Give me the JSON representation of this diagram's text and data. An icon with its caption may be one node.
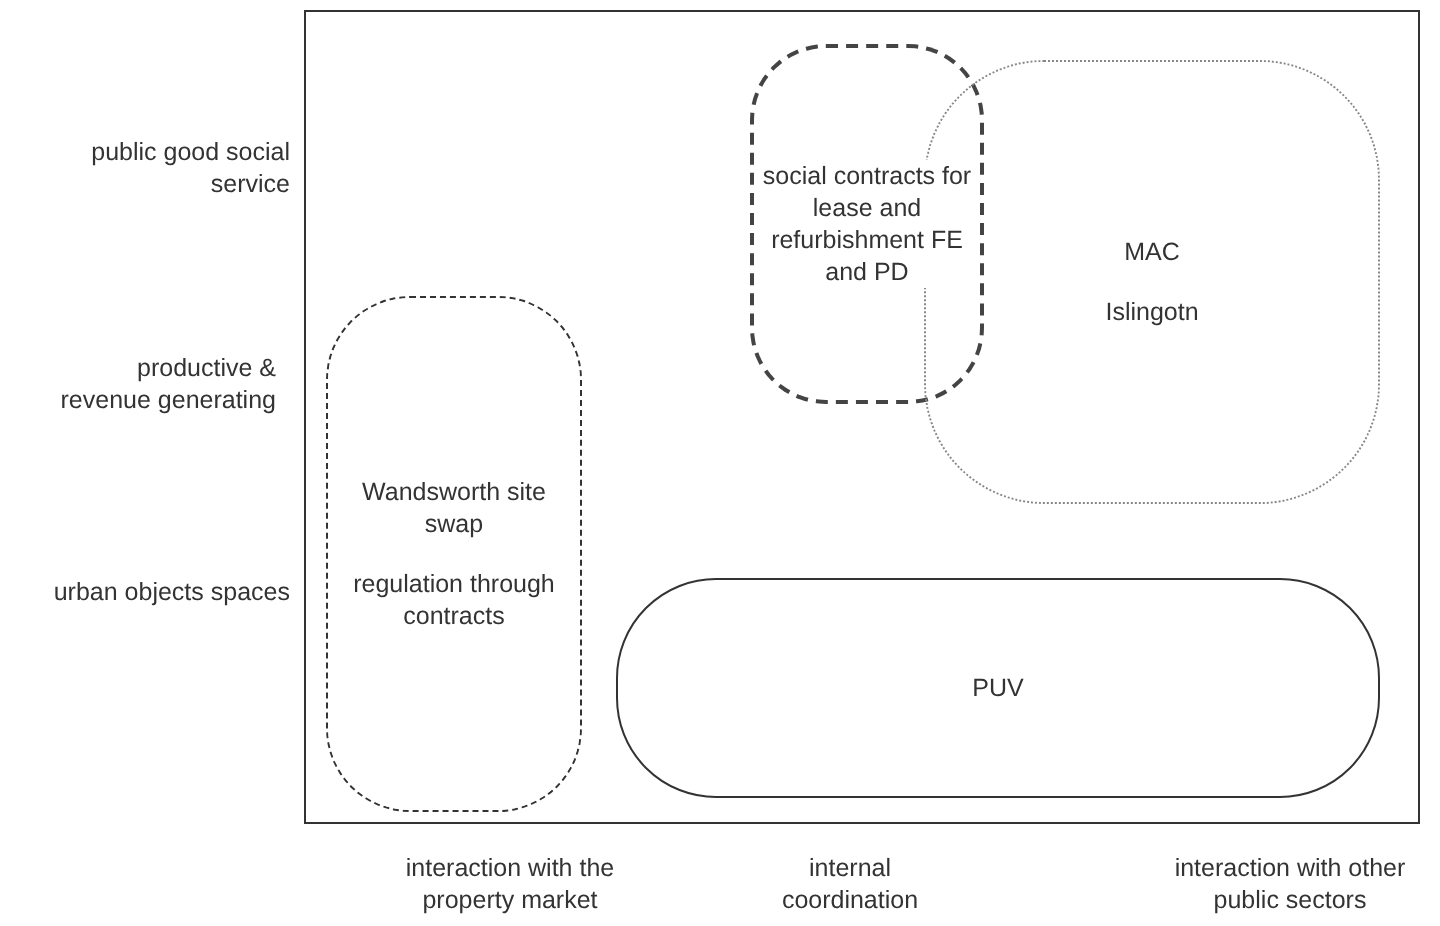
{
  "diagram": {
    "nodes": [
      {
        "text": [
          "social contracts for lease and refurbishment FE and PD"
        ]
      },
      {
        "text": [
          "MAC",
          "Islingotn"
        ]
      },
      {
        "text": [
          "Wandsworth site swap",
          "regulation through contracts"
        ]
      },
      {
        "text": [
          "PUV"
        ]
      }
    ],
    "labels": [
      "public good social service",
      "productive & revenue generating",
      "urban objects spaces",
      "interaction with the property market",
      "internal coordination",
      "interaction with other public sectors"
    ]
  }
}
